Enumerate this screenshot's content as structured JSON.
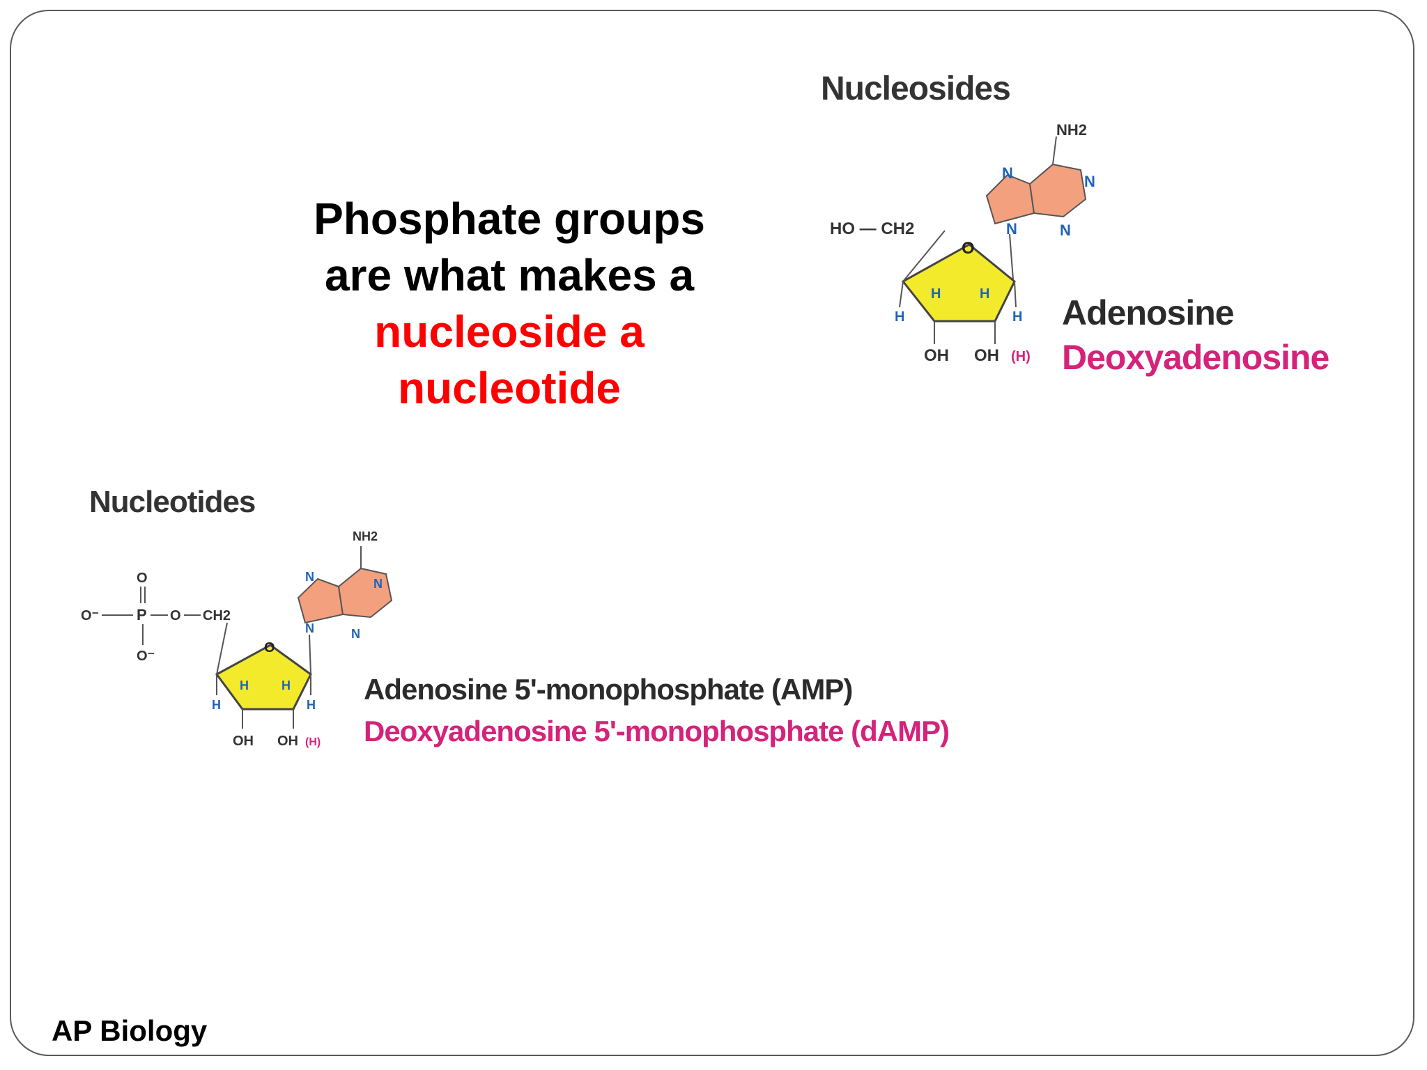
{
  "headline": {
    "line1": "Phosphate groups",
    "line2": "are what makes a",
    "line3": "nucleoside a",
    "line4": "nucleotide"
  },
  "footer": "AP Biology",
  "nucleosides": {
    "title": "Nucleosides",
    "name": "Adenosine",
    "deoxy_name": "Deoxyadenosine",
    "labels": {
      "nh2": "NH2",
      "n": "N",
      "o": "O",
      "h": "H",
      "oh": "OH",
      "h_paren": "(H)",
      "ho_ch2": "HO — CH2"
    }
  },
  "nucleotides": {
    "title": "Nucleotides",
    "name": "Adenosine 5'-monophosphate (AMP)",
    "deoxy_name": "Deoxyadenosine 5'-monophosphate (dAMP)",
    "labels": {
      "phosphate_o_minus": "O⁻",
      "phosphate_p": "P",
      "phosphate_o": "O",
      "ch2": "CH2"
    }
  },
  "colors": {
    "accent_red": "#ff0000",
    "deoxy_pink": "#d4237a",
    "sugar_yellow": "#f2ea2a",
    "base_salmon": "#f3a07f",
    "hydrogen_blue": "#1e63b8",
    "border": "#5a5a5a"
  }
}
